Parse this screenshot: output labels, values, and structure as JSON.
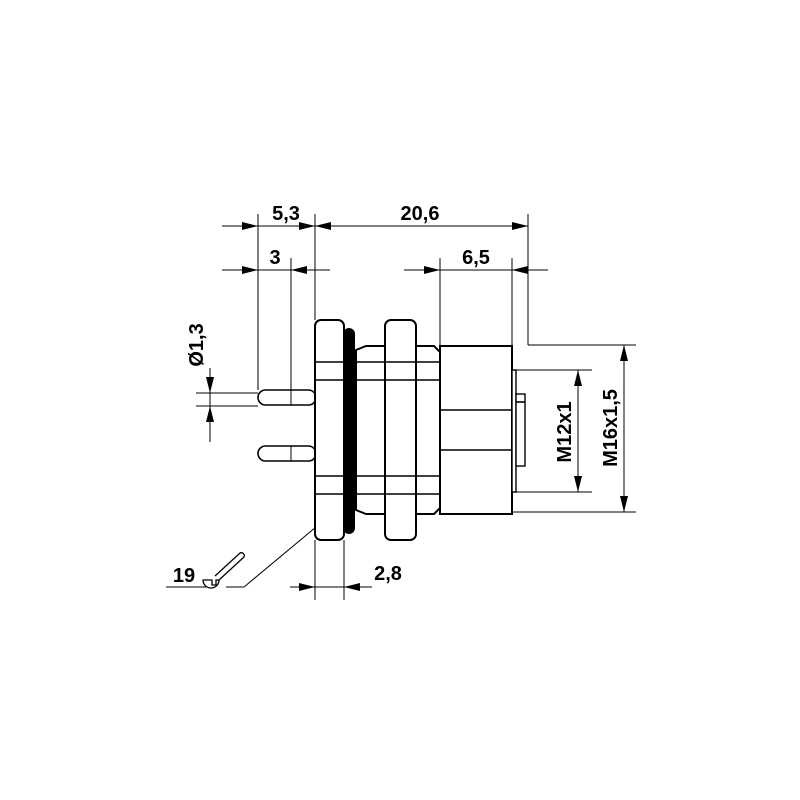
{
  "dimensions": {
    "top_left": "5,3",
    "top_right": "20,6",
    "pin_offset": "3",
    "front_offset": "6,5",
    "pin_diameter": "Ø1,3",
    "thread_inner": "M12x1",
    "thread_outer": "M16x1,5",
    "wrench_size": "19",
    "panel_thickness": "2,8"
  },
  "icons": {
    "wrench": "wrench-icon"
  }
}
